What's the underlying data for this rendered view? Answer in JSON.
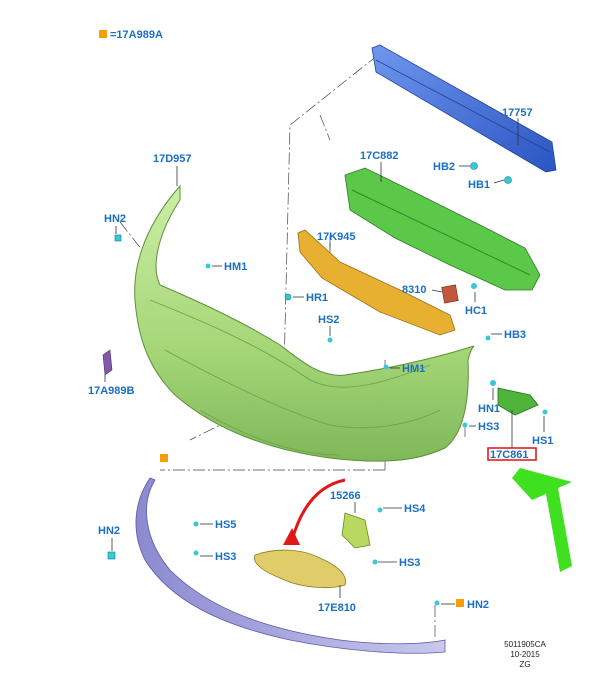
{
  "legend": {
    "marker": "■",
    "text": "=17A989A"
  },
  "labels": {
    "p17757": "17757",
    "hb2": "HB2",
    "hb1": "HB1",
    "p17C882": "17C882",
    "p17D957": "17D957",
    "hn2_top": "HN2",
    "hm1_top": "HM1",
    "p17K945": "17K945",
    "p8310": "8310",
    "hr1": "HR1",
    "hc1": "HC1",
    "hs2": "HS2",
    "hb3": "HB3",
    "p17A989B": "17A989B",
    "hm1_mid": "HM1",
    "hn1": "HN1",
    "hs3_right": "HS3",
    "hs1": "HS1",
    "p17C861": "17C861",
    "p15266": "15266",
    "hs4": "HS4",
    "hn2_left": "HN2",
    "hs5": "HS5",
    "hs3_left": "HS3",
    "hs3_bottom": "HS3",
    "p17E810": "17E810",
    "hn2_bottom": "HN2"
  },
  "footer": {
    "code": "5011905CA",
    "date": "10-2015",
    "initials": "ZG"
  },
  "colors": {
    "label_blue": "#1b6fc2",
    "marker_orange": "#f5a000",
    "bumper_green": "#a8d878",
    "absorber_green": "#5cc84a",
    "reinforcement_blue": "#3f6fd8",
    "foam_yellow": "#e8b030",
    "grille_purple": "#a9a8dc",
    "highlight_red": "#e02020",
    "arrow_green": "#3ee020",
    "arrow_red": "#e01818",
    "clip_cyan": "#38c8d8"
  }
}
